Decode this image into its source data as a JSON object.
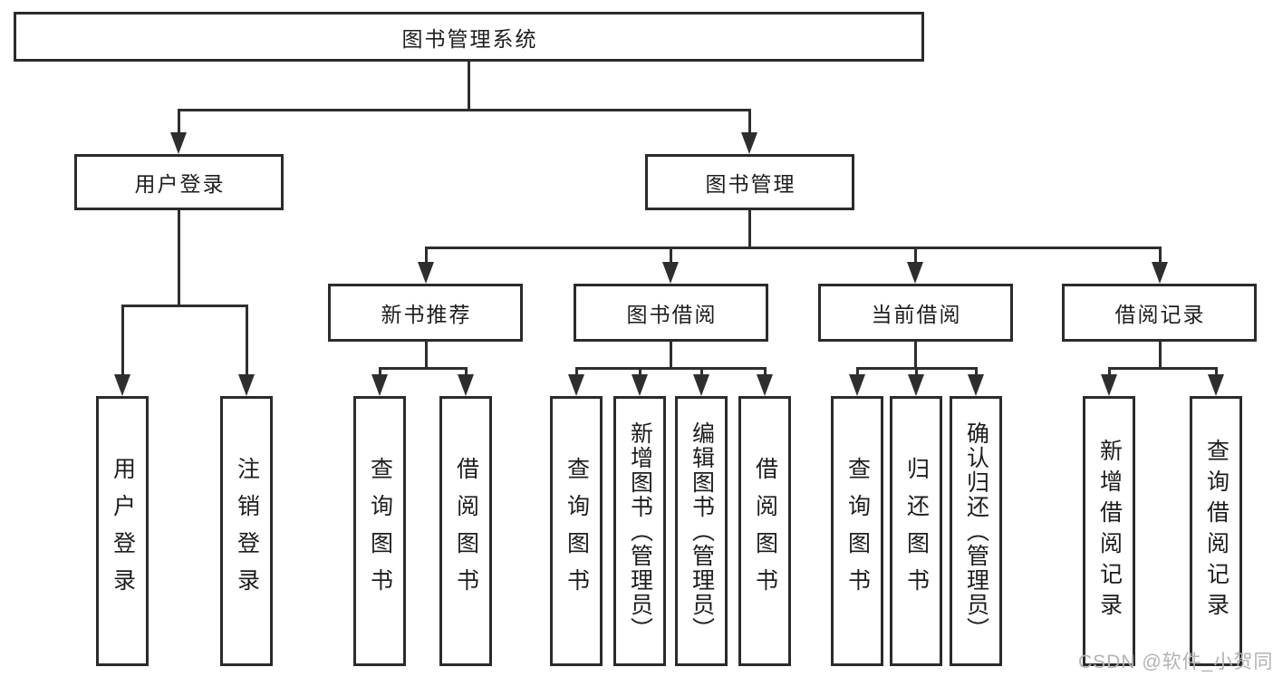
{
  "colors": {
    "background": "#ffffff",
    "line": "#2e2e2e",
    "box_border": "#2b2b2b",
    "text": "#1d1d1d",
    "watermark": "#b3b3b3"
  },
  "tree": {
    "root": "图书管理系统",
    "branches": [
      {
        "label": "用户登录",
        "children": [
          "用户登录",
          "注销登录"
        ]
      },
      {
        "label": "图书管理",
        "sections": [
          {
            "label": "新书推荐",
            "children": [
              "查询图书",
              "借阅图书"
            ]
          },
          {
            "label": "图书借阅",
            "children": [
              "查询图书",
              "新增图书（管理员）",
              "编辑图书（管理员）",
              "借阅图书"
            ]
          },
          {
            "label": "当前借阅",
            "children": [
              "查询图书",
              "归还图书",
              "确认归还（管理员）"
            ]
          },
          {
            "label": "借阅记录",
            "children": [
              "新增借阅记录",
              "查询借阅记录"
            ]
          }
        ]
      }
    ]
  },
  "watermark": "CSDN @软件_小贺同学"
}
